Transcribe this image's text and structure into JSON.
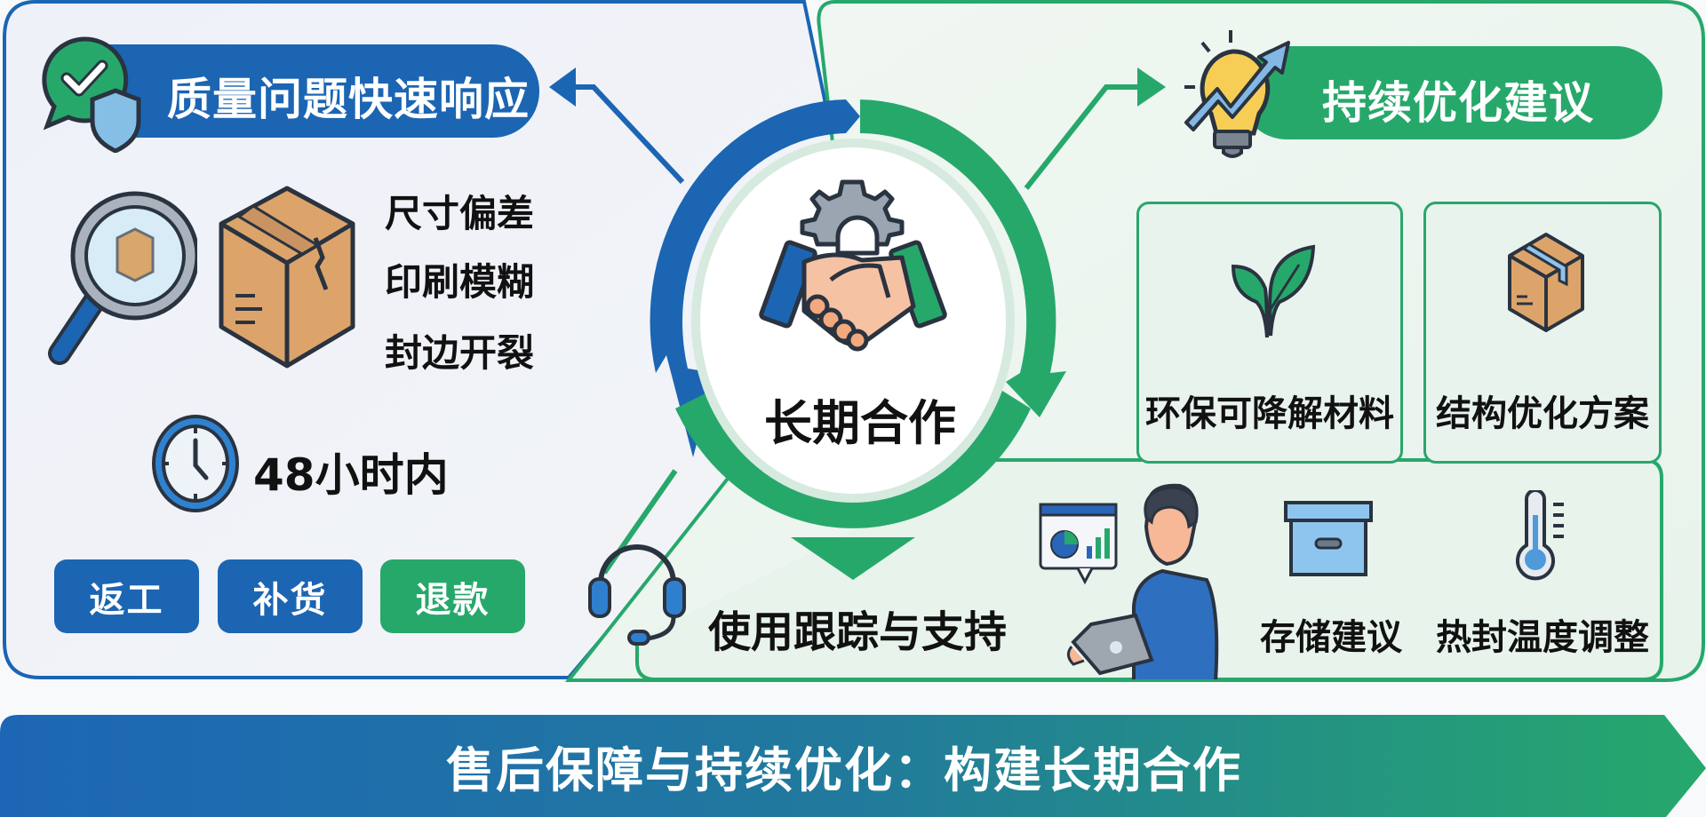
{
  "colors": {
    "blue": "#1b65b3",
    "green": "#27a86b",
    "light_blue_bg": "#eef1f7",
    "light_green_bg": "#eef6f0",
    "text_dark": "#111111"
  },
  "center": {
    "label": "长期合作",
    "icon": "handshake-gear-icon"
  },
  "left_panel": {
    "header": {
      "title": "质量问题快速响应",
      "icon": "check-chat-shield-icon"
    },
    "issues_icons": [
      "magnifier-box-icon",
      "damaged-box-icon"
    ],
    "issues": [
      "尺寸偏差",
      "印刷模糊",
      "封边开裂"
    ],
    "response_time": {
      "icon": "clock-icon",
      "text": "48小时内"
    },
    "actions": [
      {
        "label": "返工",
        "color": "#1b65b3"
      },
      {
        "label": "补货",
        "color": "#1b65b3"
      },
      {
        "label": "退款",
        "color": "#27a86b"
      }
    ]
  },
  "right_panel": {
    "header": {
      "title": "持续优化建议",
      "icon": "lightbulb-growth-icon"
    },
    "cards": [
      {
        "label": "环保可降解材料",
        "icon": "leaf-icon"
      },
      {
        "label": "结构优化方案",
        "icon": "box-icon"
      }
    ]
  },
  "support": {
    "title": "使用跟踪与支持",
    "icon": "headset-icon",
    "illustration": "person-tablet-dashboard-icon",
    "items": [
      {
        "label": "存储建议",
        "icon": "storage-box-icon"
      },
      {
        "label": "热封温度调整",
        "icon": "thermometer-icon"
      }
    ]
  },
  "banner": {
    "text": "售后保障与持续优化：构建长期合作"
  }
}
